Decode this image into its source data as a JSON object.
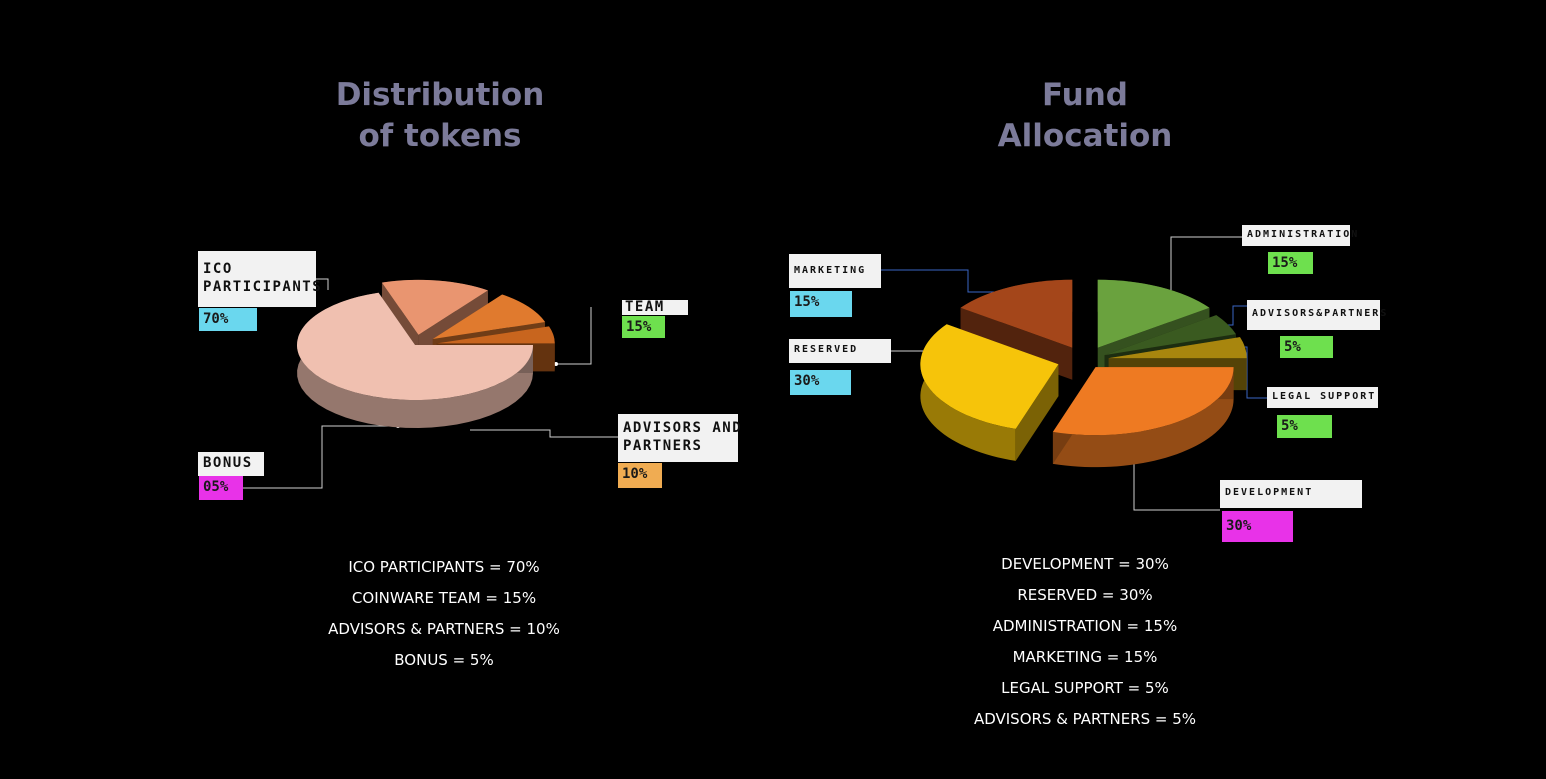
{
  "left_chart": {
    "title_line1": "Distribution",
    "title_line2": "of tokens",
    "labels": {
      "ico": {
        "name_line1": "ICO",
        "name_line2": "PARTICIPANTS",
        "pct": "70%"
      },
      "team": {
        "name": "TEAM",
        "pct": "15%"
      },
      "advisors": {
        "name_line1": "ADVISORS AND",
        "name_line2": "PARTNERS",
        "pct": "10%"
      },
      "bonus": {
        "name": "BONUS",
        "pct": "05%"
      }
    },
    "summary": [
      "ICO PARTICIPANTS = 70%",
      "COINWARE TEAM = 15%",
      "ADVISORS & PARTNERS = 10%",
      "BONUS = 5%"
    ]
  },
  "right_chart": {
    "title_line1": "Fund",
    "title_line2": "Allocation",
    "labels": {
      "marketing": {
        "name": "MARKETING",
        "pct": "15%"
      },
      "reserved": {
        "name": "RESERVED",
        "pct": "30%"
      },
      "administration": {
        "name": "ADMINISTRATION",
        "pct": "15%"
      },
      "advisors": {
        "name": "ADVISORS&PARTNERS",
        "pct": "5%"
      },
      "legal": {
        "name": "LEGAL SUPPORT",
        "pct": "5%"
      },
      "development": {
        "name": "DEVELOPMENT",
        "pct": "30%"
      }
    },
    "summary": [
      "DEVELOPMENT = 30%",
      "RESERVED = 30%",
      "ADMINISTRATION = 15%",
      "MARKETING = 15%",
      "LEGAL SUPPORT = 5%",
      "ADVISORS & PARTNERS = 5%"
    ]
  },
  "chart_data": [
    {
      "type": "pie",
      "title": "Distribution of tokens",
      "categories": [
        "ICO PARTICIPANTS",
        "TEAM",
        "ADVISORS AND PARTNERS",
        "BONUS"
      ],
      "values": [
        70,
        15,
        10,
        5
      ],
      "colors": [
        "#f0c0b0",
        "#e99570",
        "#e07a2e",
        "#c8651e"
      ],
      "tag_colors": [
        "#6ad7ee",
        "#6ee04e",
        "#f0ac52",
        "#e832e8"
      ]
    },
    {
      "type": "pie",
      "title": "Fund Allocation",
      "categories": [
        "DEVELOPMENT",
        "RESERVED",
        "ADMINISTRATION",
        "MARKETING",
        "LEGAL SUPPORT",
        "ADVISORS&PARTNERS"
      ],
      "values": [
        30,
        30,
        15,
        15,
        5,
        5
      ],
      "colors": [
        "#ee7a22",
        "#f6c40a",
        "#a4461a",
        "#6aa23e",
        "#3a5a20",
        "#a8860e"
      ],
      "tag_colors": [
        "#e832e8",
        "#6ad7ee",
        "#6ee04e",
        "#6ad7ee",
        "#6ee04e",
        "#6ee04e"
      ]
    }
  ]
}
